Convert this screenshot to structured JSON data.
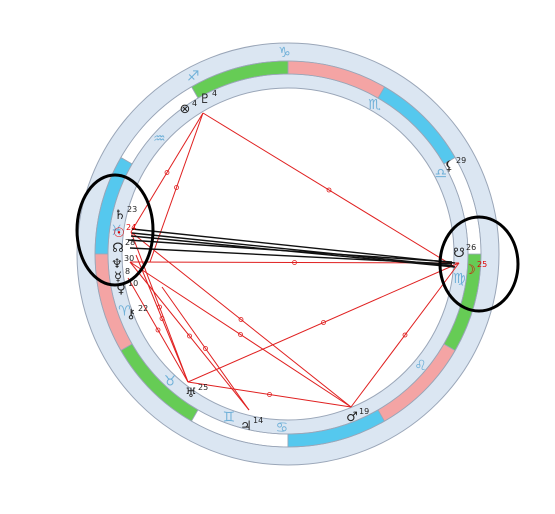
{
  "zodiac_signs": [
    {
      "symbol": "♑",
      "color": "#6fb0d8"
    },
    {
      "symbol": "♐",
      "color": "#6fb0d8"
    },
    {
      "symbol": "♏",
      "color": "#6fb0d8"
    },
    {
      "symbol": "♎",
      "color": "#6fb0d8"
    },
    {
      "symbol": "♍",
      "color": "#6fb0d8"
    },
    {
      "symbol": "♌",
      "color": "#6fb0d8"
    },
    {
      "symbol": "♋",
      "color": "#6fb0d8"
    },
    {
      "symbol": "♊",
      "color": "#6fb0d8"
    },
    {
      "symbol": "♉",
      "color": "#6fb0d8"
    },
    {
      "symbol": "♈",
      "color": "#6fb0d8"
    },
    {
      "symbol": "♓",
      "color": "#6fb0d8"
    },
    {
      "symbol": "♒",
      "color": "#6fb0d8"
    }
  ],
  "planets": [
    {
      "name": "pluto",
      "symbol": "♇",
      "degree": "4",
      "color": "#222222"
    },
    {
      "name": "part-of-fortune",
      "symbol": "⊗",
      "degree": "4",
      "color": "#222222"
    },
    {
      "name": "lilith",
      "symbol": "⚸",
      "degree": "29",
      "color": "#222222"
    },
    {
      "name": "saturn",
      "symbol": "♄",
      "degree": "23",
      "color": "#222222"
    },
    {
      "name": "sun",
      "symbol": "☉",
      "degree": "24",
      "color": "#e00000"
    },
    {
      "name": "north-node",
      "symbol": "☊",
      "degree": "28",
      "color": "#222222"
    },
    {
      "name": "neptune",
      "symbol": "♆",
      "degree": "30",
      "color": "#222222"
    },
    {
      "name": "mercury",
      "symbol": "☿",
      "degree": "8",
      "color": "#222222"
    },
    {
      "name": "venus",
      "symbol": "♀",
      "degree": "10",
      "color": "#222222"
    },
    {
      "name": "chiron",
      "symbol": "⚷",
      "degree": "22",
      "color": "#222222"
    },
    {
      "name": "uranus",
      "symbol": "♅",
      "degree": "25",
      "color": "#222222"
    },
    {
      "name": "jupiter",
      "symbol": "♃",
      "degree": "14",
      "color": "#222222"
    },
    {
      "name": "mars",
      "symbol": "♂",
      "degree": "19",
      "color": "#222222"
    },
    {
      "name": "south-node",
      "symbol": "☋",
      "degree": "26",
      "color": "#222222"
    },
    {
      "name": "moon",
      "symbol": "☽",
      "degree": "25",
      "color": "#e00000"
    }
  ],
  "colors": {
    "ring": "#dbe6f2",
    "ring_stroke": "#9aa6b8",
    "fire": "#f4a4a4",
    "earth": "#66cc55",
    "air": "#ffffff",
    "water": "#55c8ee",
    "aspect_red": "#e02020",
    "aspect_black": "#111111",
    "highlight_circle": "#000000"
  }
}
